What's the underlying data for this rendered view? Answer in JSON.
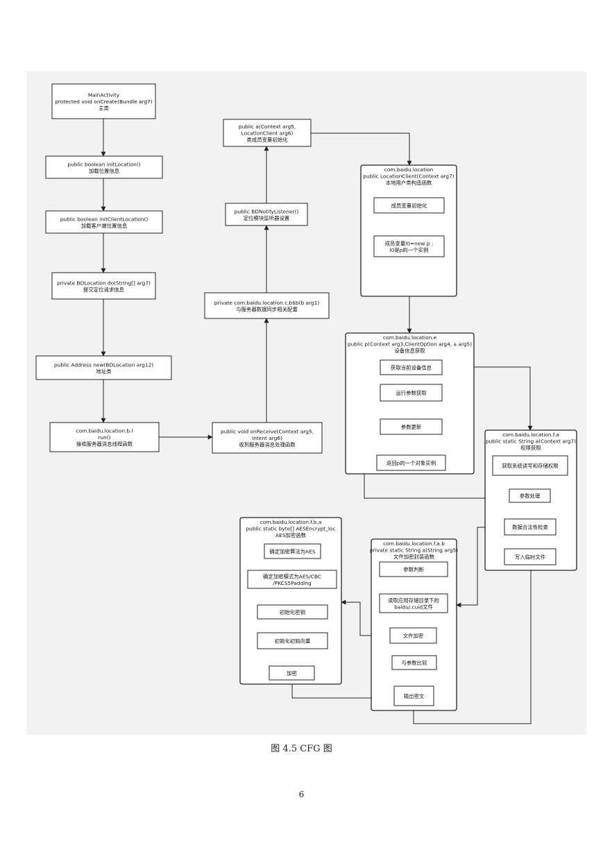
{
  "nodes": [
    {
      "id": "main",
      "lines": [
        "MainActivity",
        "protected void onCreate(Bundle arg7)",
        "主类"
      ]
    },
    {
      "id": "initLoc",
      "lines": [
        "public boolean initLocation()",
        "加载位置信息"
      ]
    },
    {
      "id": "initClient",
      "lines": [
        "public boolean initClientLocation()",
        "加载客户端位置信息"
      ]
    },
    {
      "id": "doReq",
      "lines": [
        "private BDLocation do(String[] arg7)",
        "提交定位请求信息"
      ]
    },
    {
      "id": "addr",
      "lines": [
        "public Address new(BDLocation arg12)",
        "地址类"
      ]
    },
    {
      "id": "run",
      "lines": [
        "com.baidu.location.b.l",
        "run()",
        "接收服务器消息线程函数"
      ]
    },
    {
      "id": "onRecv",
      "lines": [
        "public void onReceive(Context arg5,",
        "Intent arg6)",
        "收到服务器消息处理函数"
      ]
    },
    {
      "id": "cbb",
      "lines": [
        "private com.baidu.location.c.b$b(b arg1)",
        "与服务器数据同步相关配置"
      ]
    },
    {
      "id": "notify",
      "lines": [
        "public BDNotifyListener()",
        "定位模块监听器设置"
      ]
    },
    {
      "id": "pubA",
      "lines": [
        "public a(Context arg5,",
        "LocationClient arg6)",
        "类成员变量初始化"
      ]
    },
    {
      "id": "lcHeader",
      "lines": [
        "com.baidu.location",
        "public LocationClient(Context arg7)",
        "本地用户类构造函数"
      ]
    },
    {
      "id": "lcInit",
      "lines": [
        "成员变量初始化"
      ]
    },
    {
      "id": "lcNew",
      "lines": [
        "成员变量l0=new p ;",
        "l0是p的一个实例"
      ]
    },
    {
      "id": "eHeader",
      "lines": [
        "com.baidu.location.e",
        "public p(Context arg3,ClientOption arg4, a arg5)",
        "设备信息获取"
      ]
    },
    {
      "id": "eGet",
      "lines": [
        "获取当前设备信息"
      ]
    },
    {
      "id": "eRun",
      "lines": [
        "运行参数获取"
      ]
    },
    {
      "id": "eUpd",
      "lines": [
        "参数更新"
      ]
    },
    {
      "id": "eRet",
      "lines": [
        "返回p的一个对象实例"
      ]
    },
    {
      "id": "faHeader",
      "lines": [
        "com.baidu.location.f.a",
        "public static String a(Context arg7)",
        "权限获取"
      ]
    },
    {
      "id": "faPerm",
      "lines": [
        "获取系统读写和存储权限"
      ]
    },
    {
      "id": "faParam",
      "lines": [
        "参数处理"
      ]
    },
    {
      "id": "faCheck",
      "lines": [
        "数据合法性检查"
      ]
    },
    {
      "id": "faWrite",
      "lines": [
        "写入临时文件"
      ]
    },
    {
      "id": "fbaHeader",
      "lines": [
        "com.baidu.location.f.b.a",
        "public static byte[] AESEncrypt_loc",
        "AES加密函数"
      ]
    },
    {
      "id": "fbaAlg",
      "lines": [
        "确定加密算法为AES"
      ]
    },
    {
      "id": "fbaMode",
      "lines": [
        "确定加密模式为AES/CBC",
        "/PKCS5Padding"
      ]
    },
    {
      "id": "fbaKey",
      "lines": [
        "初始化密钥"
      ]
    },
    {
      "id": "fbaIv",
      "lines": [
        "初始化初始向量"
      ]
    },
    {
      "id": "fbaEnc",
      "lines": [
        "加密"
      ]
    },
    {
      "id": "fabHeader",
      "lines": [
        "com.baidu.location.f.a.b",
        "private static String a(String arg5)",
        "文件加密封装函数"
      ]
    },
    {
      "id": "fabJudge",
      "lines": [
        "参数判断"
      ]
    },
    {
      "id": "fabRead",
      "lines": [
        "读取应用存储目录下的",
        "baidu/.cuid文件"
      ]
    },
    {
      "id": "fabEnc",
      "lines": [
        "文件加密"
      ]
    },
    {
      "id": "fabCmp",
      "lines": [
        "与参数比较"
      ]
    },
    {
      "id": "fabOut",
      "lines": [
        "输出密文"
      ]
    }
  ],
  "caption": "图 4.5  CFG 图",
  "page_number": "6"
}
